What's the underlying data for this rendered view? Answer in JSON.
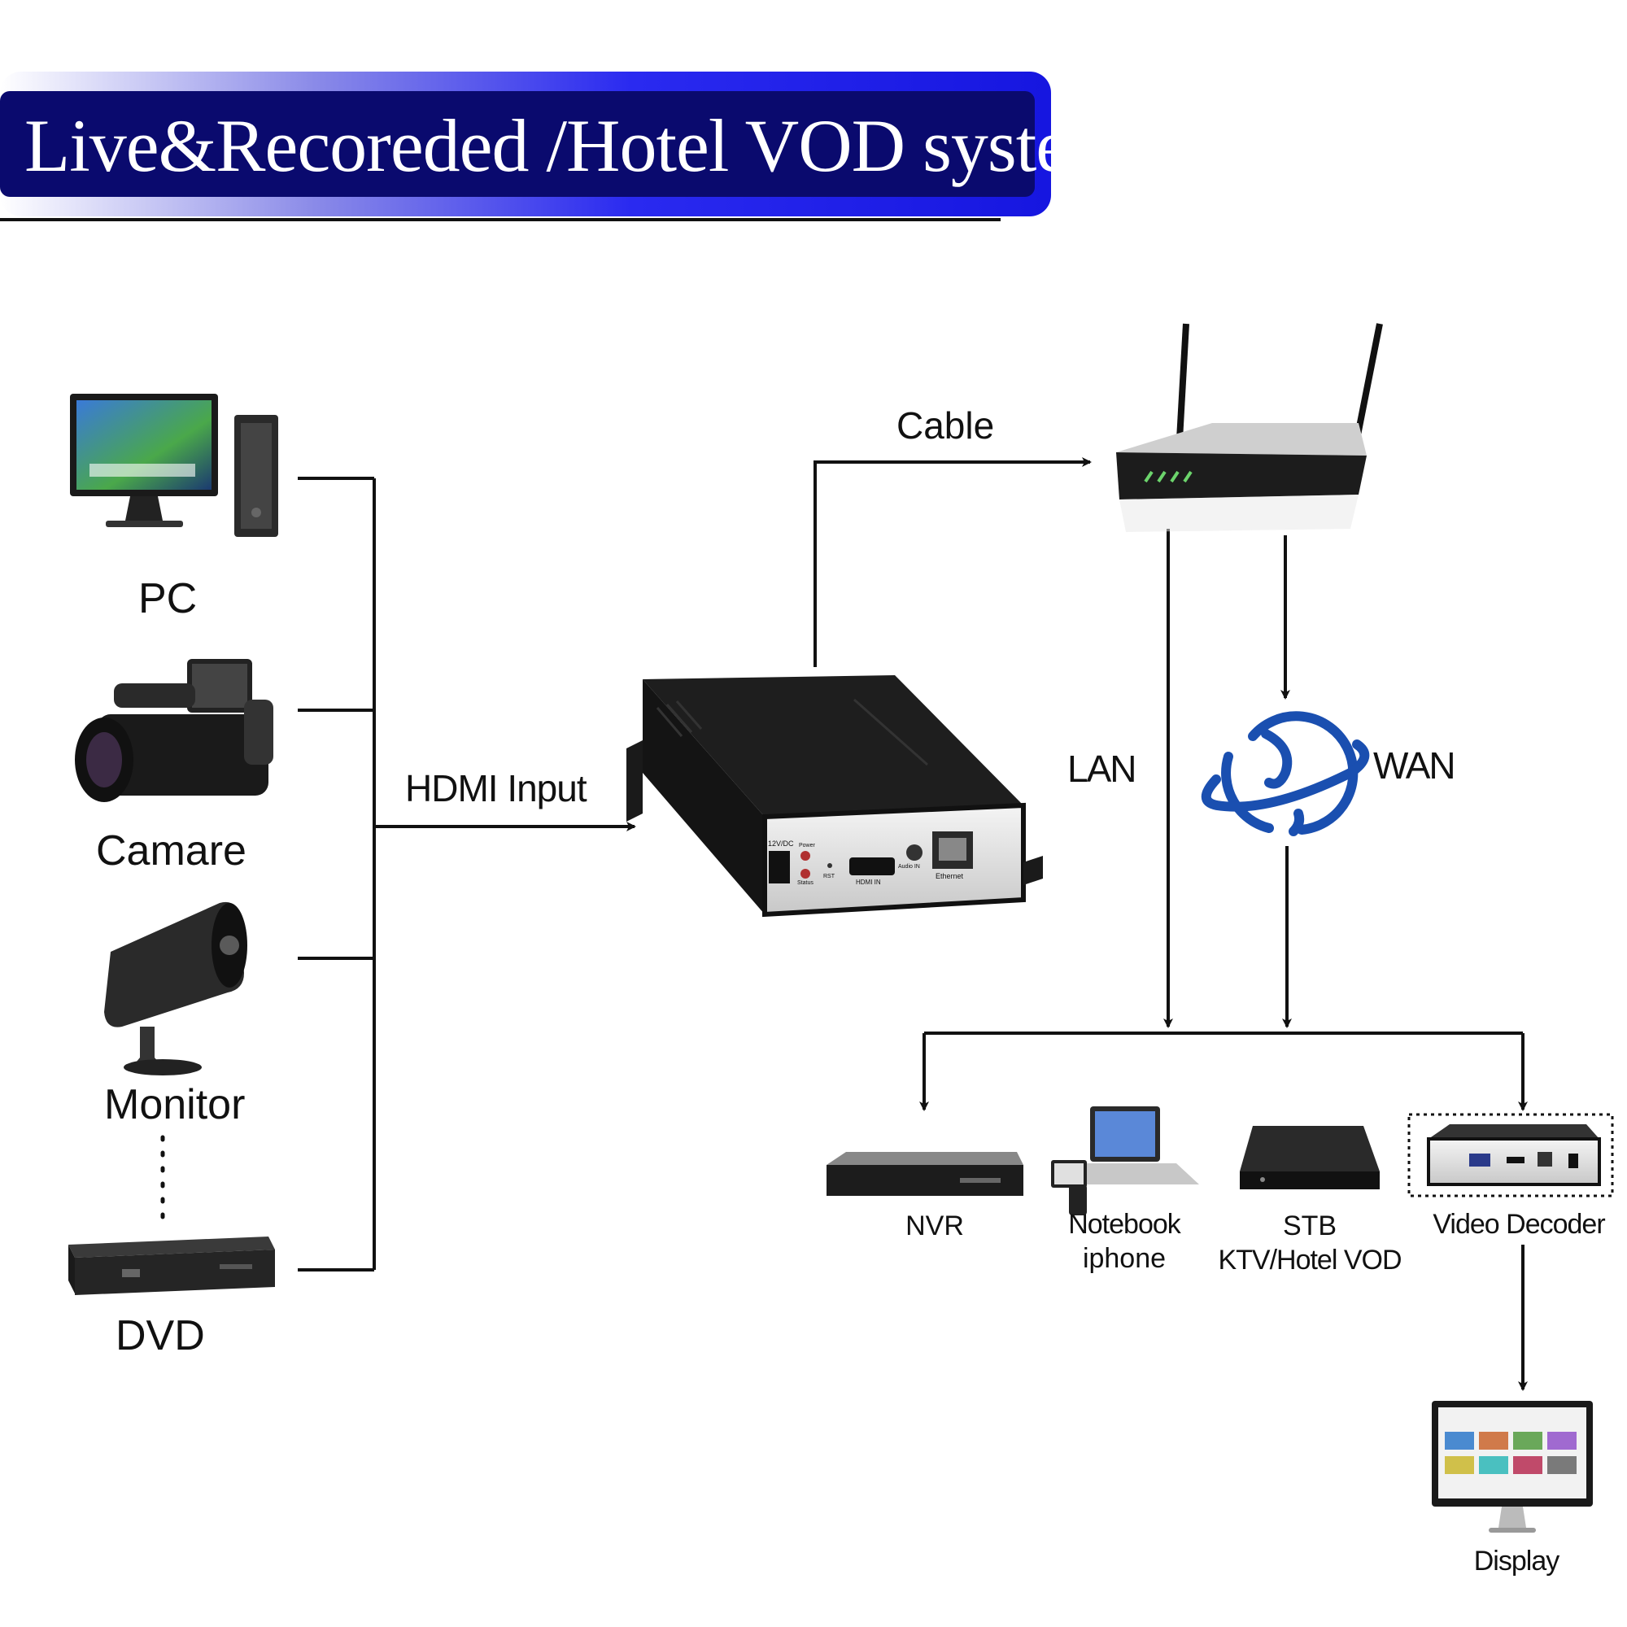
{
  "title": "Live&Recoreded /Hotel VOD system",
  "sources": {
    "pc": "PC",
    "camera": "Camare",
    "monitor": "Monitor",
    "dvd": "DVD"
  },
  "links": {
    "hdmi_input": "HDMI Input",
    "cable": "Cable",
    "lan": "LAN",
    "wan": "WAN"
  },
  "encoder": {
    "ports": [
      "12V/DC",
      "Power",
      "Status",
      "RST",
      "HDMI IN",
      "Audio IN",
      "Ethernet"
    ]
  },
  "outputs": {
    "nvr": "NVR",
    "notebook_line1": "Notebook",
    "notebook_line2": "iphone",
    "stb_line1": "STB",
    "stb_line2": "KTV/Hotel VOD",
    "video_decoder": "Video Decoder",
    "display": "Display"
  },
  "colors": {
    "banner_dark": "#0a0a6e",
    "banner_bright": "#1e1ef0",
    "globe": "#1a4fb0",
    "line": "#111111"
  }
}
